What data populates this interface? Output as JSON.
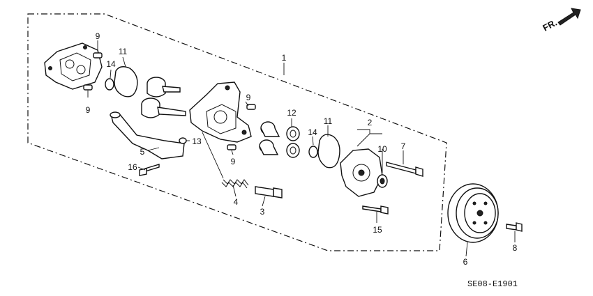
{
  "direction_label": "FR.",
  "reference_code": "SE08-E1901",
  "callouts": {
    "c1": "1",
    "c2": "2",
    "c3": "3",
    "c4": "4",
    "c5": "5",
    "c6": "6",
    "c7": "7",
    "c8": "8",
    "c9a": "9",
    "c9b": "9",
    "c9c": "9",
    "c9d": "9",
    "c10": "10",
    "c11a": "11",
    "c11b": "11",
    "c12": "12",
    "c13": "13",
    "c14a": "14",
    "c14b": "14",
    "c15": "15",
    "c16": "16"
  }
}
